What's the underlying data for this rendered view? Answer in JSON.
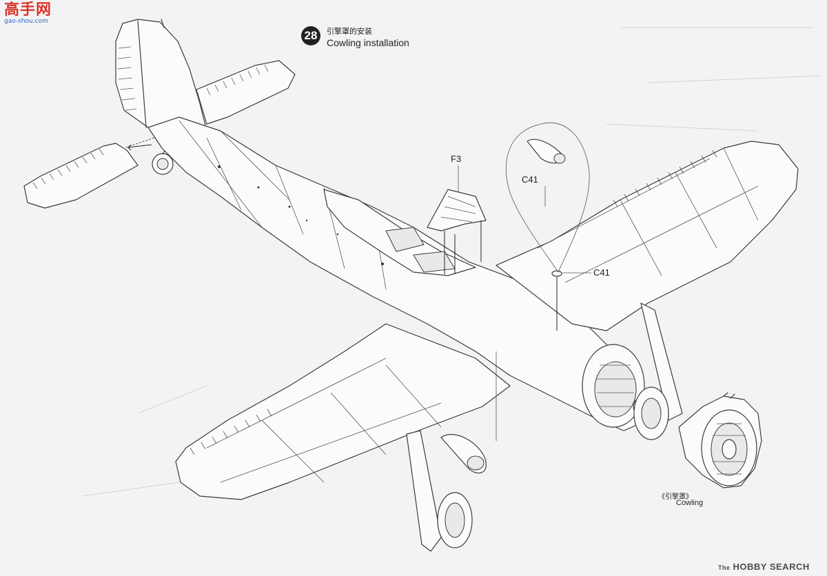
{
  "watermark_top": {
    "brand": "高手网",
    "url": "gao-shou.com"
  },
  "step": {
    "number": "28",
    "title_zh": "引擎罩的安装",
    "title_en": "Cowling installation"
  },
  "parts": {
    "f3": "F3",
    "c41_top": "C41",
    "c41_mid": "C41",
    "cowling_zh": "《引擎罩》",
    "cowling_en": "Cowling"
  },
  "watermark_bottom": {
    "symbol": "The",
    "brand": "HOBBY SEARCH"
  }
}
